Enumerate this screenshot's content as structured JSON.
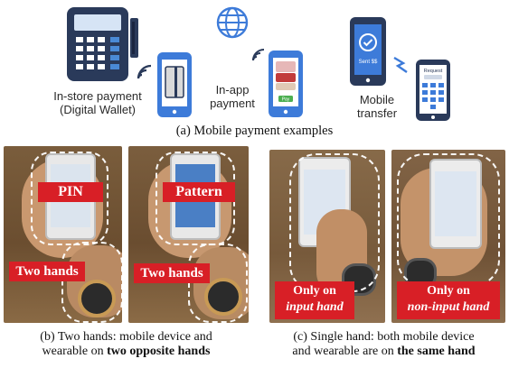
{
  "top": {
    "instore_label_line1": "In-store payment",
    "instore_label_line2": "(Digital Wallet)",
    "inapp_label_line1": "In-app",
    "inapp_label_line2": "payment",
    "transfer_label_line1": "Mobile",
    "transfer_label_line2": "transfer",
    "sent_text": "Sent $$",
    "request_text": "Request",
    "pay_text": "Pay",
    "caption": "(a) Mobile payment examples"
  },
  "panel_b": {
    "photo1_tag_top": "PIN",
    "photo1_tag_bottom": "Two hands",
    "photo2_tag_top": "Pattern",
    "photo2_tag_bottom": "Two hands",
    "caption_line1": "(b) Two hands: mobile device and",
    "caption_line2_prefix": "wearable on ",
    "caption_line2_bold": "two opposite hands"
  },
  "panel_c": {
    "photo3_tag_line1": "Only on",
    "photo3_tag_line2": "input hand",
    "photo4_tag_line1": "Only on",
    "photo4_tag_line2": "non-input hand",
    "caption_line1": "(c) Single hand: both mobile device",
    "caption_line2_prefix": "and wearable are on ",
    "caption_line2_bold": "the same hand"
  },
  "colors": {
    "icon_navy": "#2a3a5a",
    "icon_blue": "#3d7bd9",
    "tag_red": "#d81f26"
  }
}
